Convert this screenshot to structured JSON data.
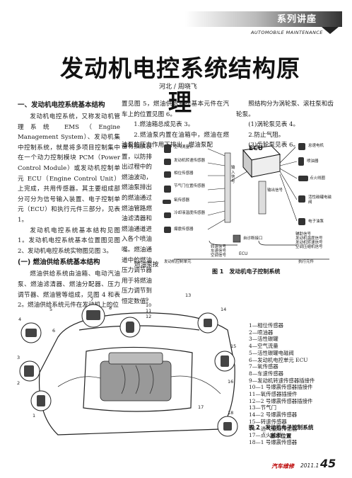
{
  "header": {
    "series": "系列讲座",
    "english": "AUTOMOBILE MAINTENANCE"
  },
  "article": {
    "title": "发动机电控系统结构原理",
    "byline": "河北 / 周晓飞"
  },
  "col1": {
    "sec1": "一、发动机电控系统基本结构",
    "p1": "发动机电控系统，又称发动机管理系统 EMS（Engine Management System）、发动机集中控制系统，就是将多项目控制集中在一个动力控制模块 PCM（Power Control Module）或发动机控制单元 ECU（Engine Control Unit）上完成，共用传感器。其主要组成部分可分为信号输入装置、电子控制单元（ECU）和执行元件三部分，见表 1。",
    "p2": "发动机电控系统基本结构见图 1。发动机电控系统基本位置图见图 2、发动机电控系统实物图见图 3。",
    "sec2": "(一) 燃油供给系统基本结构",
    "p3": "燃油供给系统由油箱、电动汽油泵、燃油滤清器、燃油分配器、压力调节器、燃油管等组成，见图 4 和表 2。燃油供给系统元件在发动机上的位"
  },
  "col2": {
    "p1": "置见图 5，燃油供给系统基本元件在汽车上的位置见图 6。",
    "l1": "1.燃油箱总成见表 3。",
    "l2": "2.燃油泵内置在油箱中，燃油在燃油泵的压力作用下排出，燃油泵配",
    "narrow": "备有抽放装置，以防排出过程中的燃油波动，燃油泵排出的燃油通过燃油管路燃油滤清器和燃油通道进入各个喷油嘴。燃油通道中的燃油压力调节器用于将燃油压力调节到恒定数值。",
    "tail": "燃油泵按"
  },
  "col3": {
    "p1": "照结构分为涡轮泵、滚柱泵和齿轮泵。",
    "l1": "(1)涡轮泵见表 4。",
    "l2": "2.防止气阻。",
    "l3": "(3)齿轮泵见表 6。"
  },
  "fig1": {
    "caption": "图 1　发动机电子控制系统",
    "inputs": [
      "空气流量计",
      "发动机转速传感器",
      "相位传感器",
      "节气门位置传感器",
      "氧传感器",
      "冷却液温度传感器",
      "爆震传感器"
    ],
    "ecu": "ECU",
    "outputs": [
      "点火线圈",
      "喷油器",
      "怠速电机",
      "活性碳罐电磁阀",
      "电子油泵"
    ],
    "input_signal": "输入信号",
    "output_signal": "输出信号",
    "self_diag": "自诊断接口",
    "bottom_left": "发动机控制单元",
    "bottom_mid": "ECU",
    "bottom_right": "执行元件",
    "aux_left": [
      "转速信号",
      "车速信号",
      "空调信号"
    ],
    "aux_right": [
      "辅助信号",
      "发动机温度信号",
      "发动机转速信号",
      "空调压缩机信号"
    ]
  },
  "fig2": {
    "callouts": [
      "1",
      "2",
      "3",
      "4",
      "5",
      "6",
      "7",
      "8",
      "9",
      "10",
      "11",
      "12",
      "13",
      "14",
      "15",
      "16",
      "17",
      "18"
    ],
    "legend": [
      "1—相位传感器",
      "2—喷油器",
      "3—活性碳罐",
      "4—空气流量",
      "5—活性碳罐电磁阀",
      "6—发动机电控单元 ECU",
      "7—氧传感器",
      "8—车速传感器",
      "9—发动机转速传感器插接件",
      "10—1 号爆震传感器插接件",
      "11—氧传感器插接件",
      "12—2 号爆震传感器插接件",
      "13—节气门",
      "14—2 号爆震传感器",
      "15—转速传感器",
      "16—进气温度传感器",
      "17—点火线圈",
      "18—1 号爆震传感器"
    ],
    "caption_1": "图 2　发动机电子控制系统",
    "caption_2": "基本位置"
  },
  "footer": {
    "magazine": "汽车维修",
    "issue": "2011.1",
    "page": "45"
  }
}
